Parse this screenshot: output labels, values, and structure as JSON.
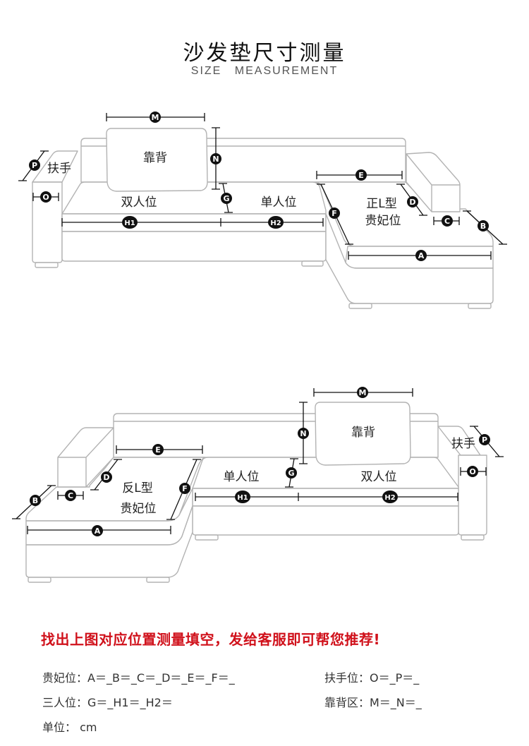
{
  "header": {
    "title": "沙发垫尺寸测量",
    "subtitle": "SIZE MEASUREMENT"
  },
  "diagram_top": {
    "variant": "正L型",
    "labels": {
      "backrest": "靠背",
      "armrest": "扶手",
      "double_seat": "双人位",
      "single_seat": "单人位",
      "chaise_line1": "正L型",
      "chaise_line2": "贵妃位"
    },
    "badges": [
      "M",
      "N",
      "P",
      "O",
      "G",
      "H1",
      "H2",
      "E",
      "F",
      "D",
      "C",
      "B",
      "A"
    ]
  },
  "diagram_bottom": {
    "variant": "反L型",
    "labels": {
      "backrest": "靠背",
      "armrest": "扶手",
      "double_seat": "双人位",
      "single_seat": "单人位",
      "chaise_line1": "反L型",
      "chaise_line2": "贵妃位"
    },
    "badges": [
      "M",
      "N",
      "P",
      "O",
      "G",
      "H1",
      "H2",
      "E",
      "F",
      "D",
      "C",
      "B",
      "A"
    ]
  },
  "callout": {
    "text": "找出上图对应位置测量填空，发给客服即可帮您推荐!",
    "color": "#d0111b"
  },
  "form": {
    "chaise": "贵妃位：A＝_B＝_C＝_D＝_E＝_F＝_",
    "armrest": "扶手位：O＝_P＝_",
    "three_seat": "三人位：G＝_H1＝_H2＝",
    "backrest": "靠背区：M＝_N＝_",
    "unit": "单位：  cm"
  }
}
